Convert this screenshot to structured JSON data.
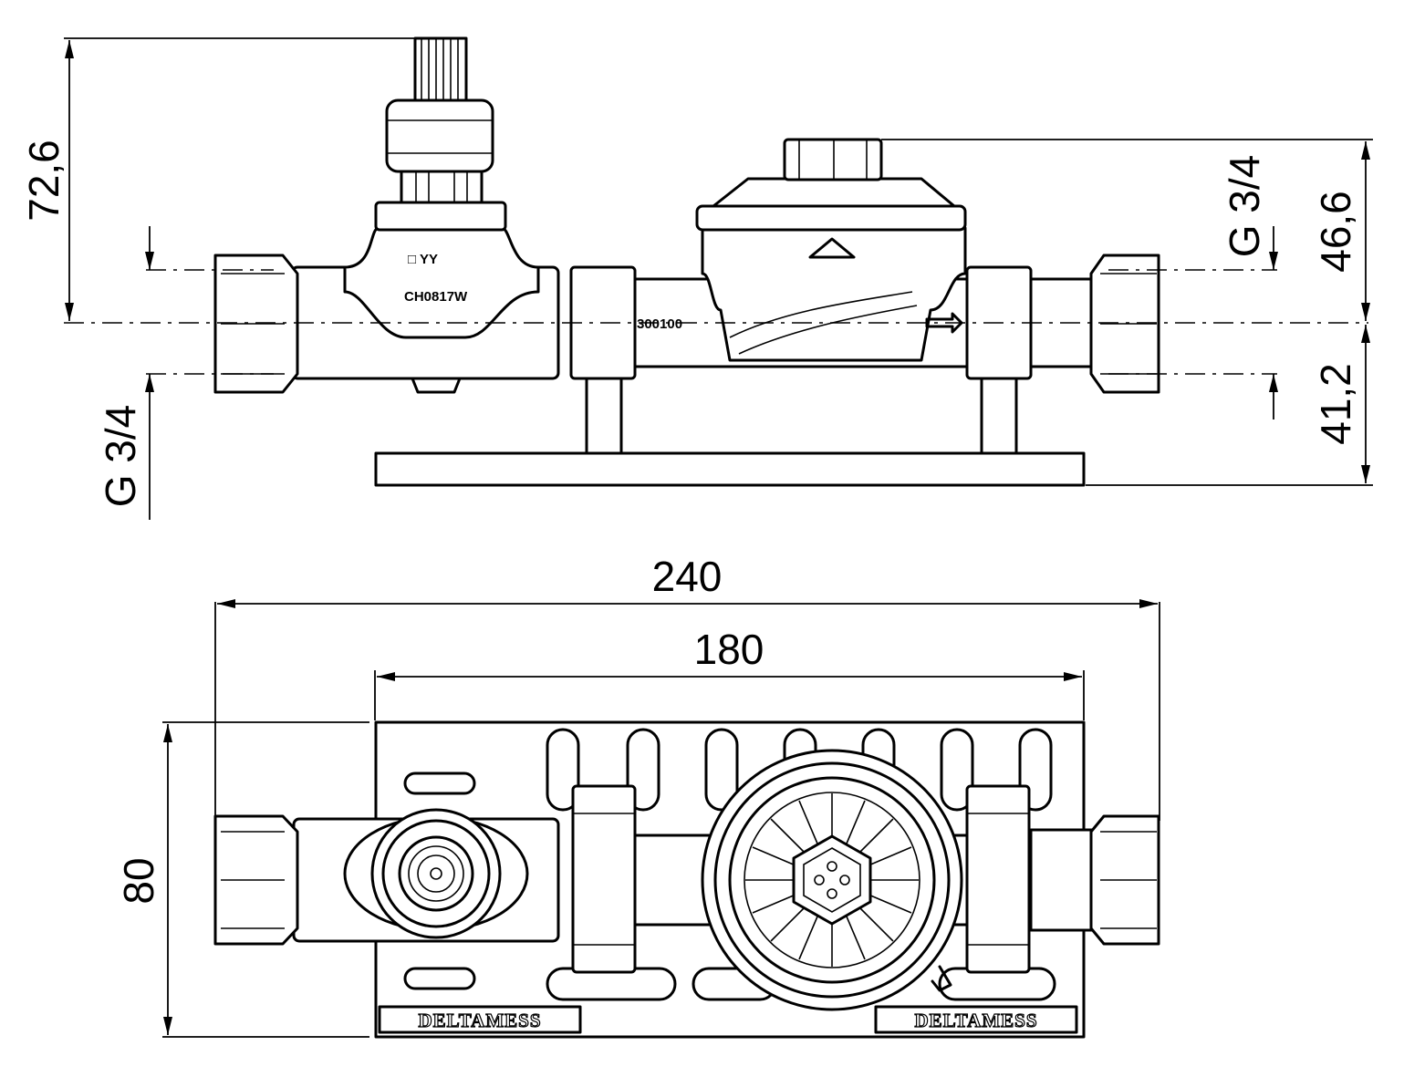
{
  "dimensions": {
    "height_total": "72,6",
    "height_upper": "46,6",
    "height_lower": "41,2",
    "thread_left": "G 3/4",
    "thread_right": "G 3/4",
    "width_total": "240",
    "width_plate": "180",
    "depth_plate": "80"
  },
  "markings": {
    "valve_code": "CH0817W",
    "valve_symbols": "□ YY",
    "pipe_code": "300100"
  },
  "brand": {
    "left": "DELTAMESS",
    "right": "DELTAMESS"
  }
}
